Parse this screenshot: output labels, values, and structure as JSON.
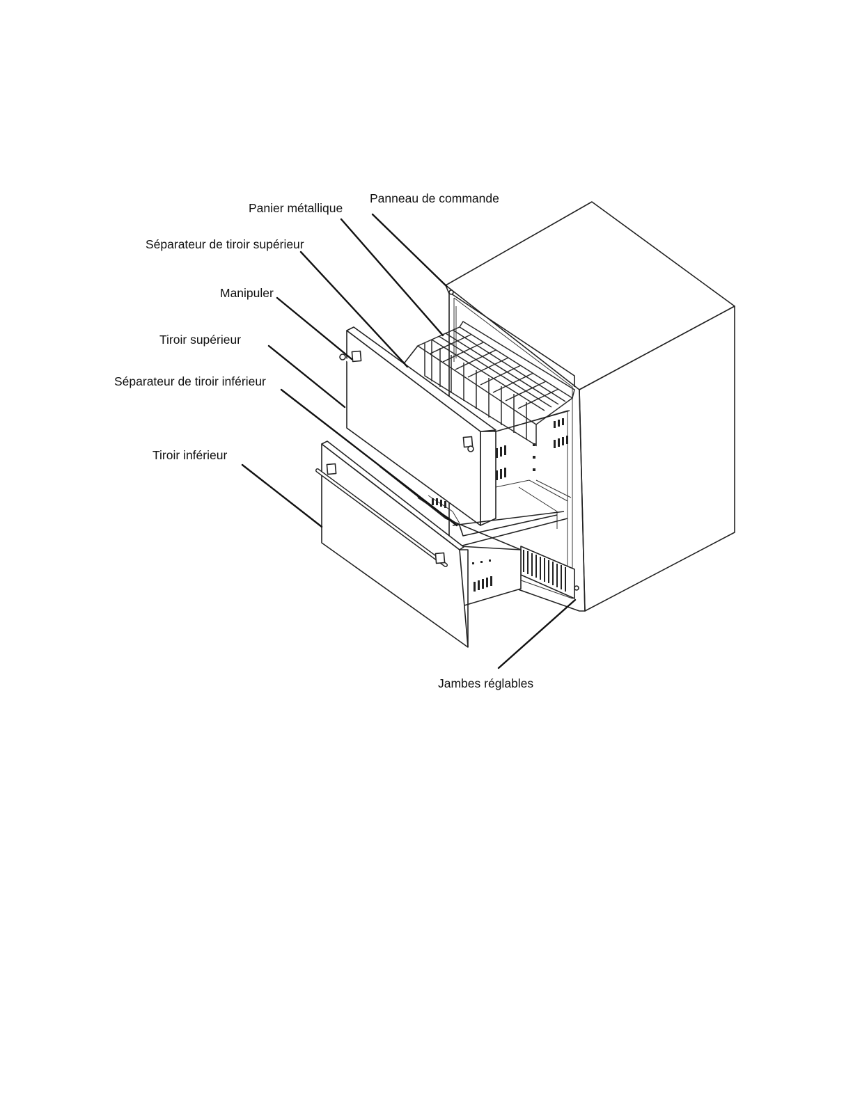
{
  "labels": {
    "panneau_de_commande": "Panneau de commande",
    "panier_metallique": "Panier métallique",
    "separateur_tiroir_superieur": "Séparateur de tiroir supérieur",
    "manipuler": "Manipuler",
    "tiroir_superieur": "Tiroir supérieur",
    "separateur_tiroir_inferieur": "Séparateur de tiroir inférieur",
    "tiroir_inferieur": "Tiroir inférieur",
    "jambes_reglables": "Jambes réglables"
  }
}
